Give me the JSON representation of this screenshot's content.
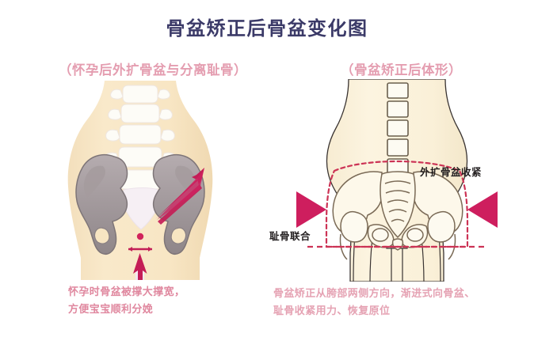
{
  "page": {
    "title": "骨盆矫正后骨盆变化图",
    "title_color": "#3b3a68",
    "background": "#ffffff"
  },
  "palette": {
    "pink_heading": "#e49db0",
    "pink_caption": "#e0889f",
    "pink_caption_right": "#e5a2b3",
    "arrow_magenta": "#ce1e5e",
    "arrow_magenta_dark": "#b01550",
    "body_skin": "#f7e5c2",
    "body_cream": "#fbf0d8",
    "bone_gray": "#9b9295",
    "bone_gray_light": "#b3aaad",
    "bone_outline": "#8a7f72",
    "dashed_red": "#cc3355",
    "spine_white": "#fdfcf7",
    "label_dark": "#231f20"
  },
  "left_panel": {
    "subheading": "（怀孕后外扩骨盆与分离耻骨）",
    "caption": "怀孕时骨盆被撑大撑宽，\n方便宝宝顺利分娩",
    "figure_name": "pregnant-pelvis-illustration",
    "annotations": {
      "diagonal_arrow": "outward-expansion-arrow",
      "vertical_arrow": "upward-pressure-arrow",
      "pubic_marker": "separated-pubic-symphysis-marker"
    }
  },
  "right_panel": {
    "subheading": "（骨盆矫正后体形）",
    "caption": "骨盆矫正从胯部两侧方向，渐进式向骨盆、\n耻骨收紧用力、恢复原位",
    "figure_name": "corrected-pelvis-illustration",
    "labels": {
      "tighten": "外扩骨盆收紧",
      "pubic_symphysis": "耻骨联合"
    },
    "annotations": {
      "left_arrow": "inward-compression-arrow-left",
      "right_arrow": "inward-compression-arrow-right",
      "dashed_box": "pelvic-region-dashed-outline",
      "vertebrae_count": 6
    }
  }
}
